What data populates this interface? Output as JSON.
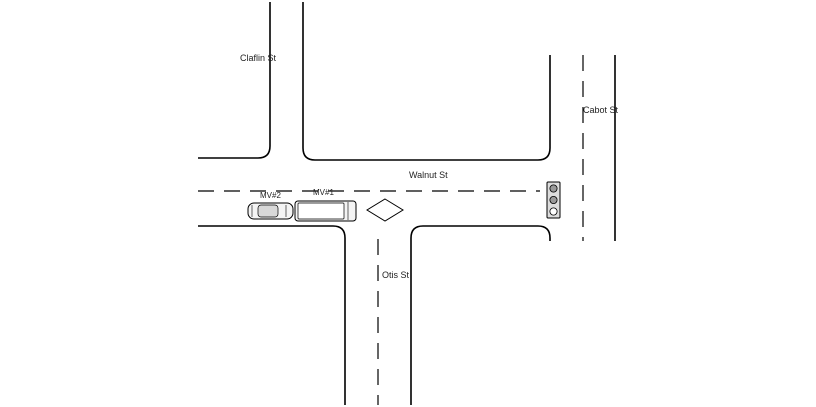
{
  "streets": {
    "claflin": "Claflin St",
    "walnut": "Walnut St",
    "cabot": "Cabot St",
    "otis": "Otis St"
  },
  "vehicles": {
    "mv1_label": "MV#1",
    "mv2_label": "MV#2"
  },
  "colors": {
    "line": "#000000",
    "vehicle_fill": "#f4f4f4",
    "signal_body": "#dddddd",
    "signal_lamp": "#999999"
  },
  "icons": {
    "signal": "traffic-signal-icon",
    "marker": "diamond-marker-icon"
  }
}
